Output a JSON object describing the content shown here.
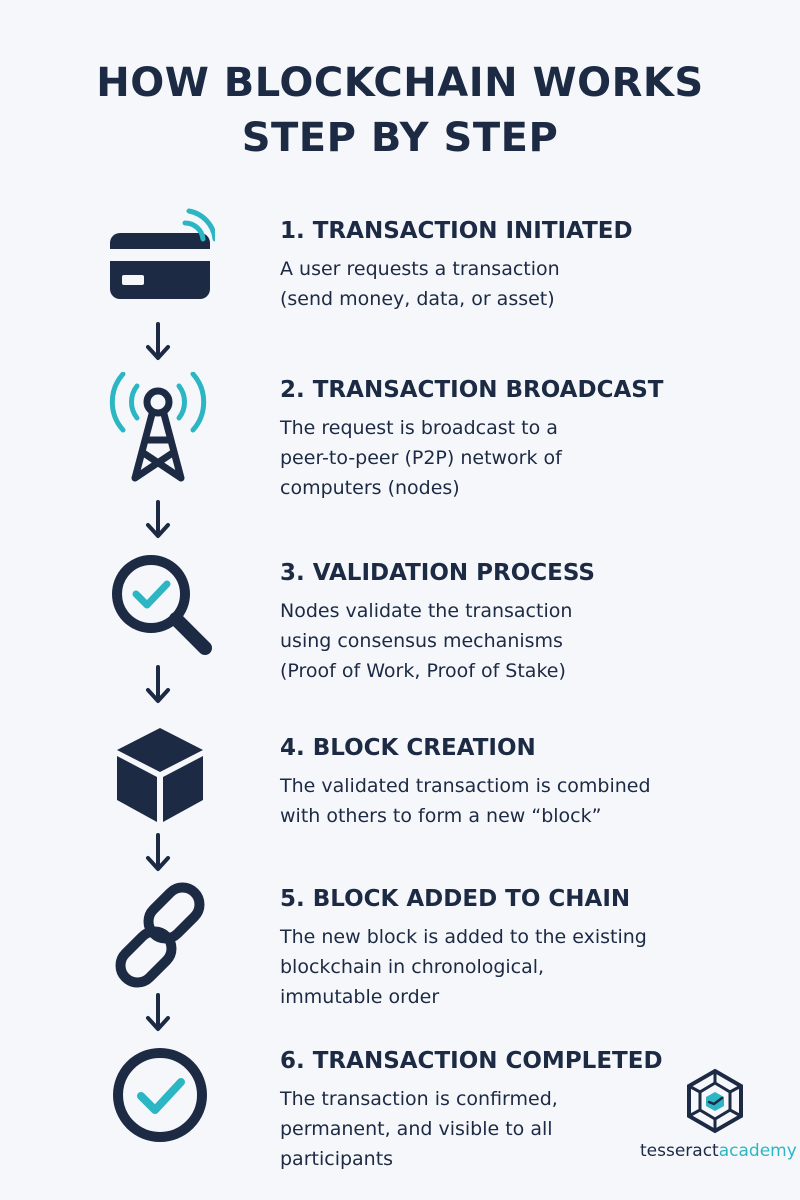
{
  "title": {
    "line1": "HOW BLOCKCHAIN WORKS",
    "line2": "STEP BY STEP"
  },
  "colors": {
    "navy": "#1c2a44",
    "teal": "#2cb6c4",
    "background": "#f5f7fa"
  },
  "steps": [
    {
      "heading": "1. TRANSACTION INITIATED",
      "icon": "credit-card-icon",
      "lines": [
        "A user requests a transaction",
        "(send money, data, or asset)"
      ]
    },
    {
      "heading": "2. TRANSACTION BROADCAST",
      "icon": "broadcast-tower-icon",
      "lines": [
        "The request is broadcast to a",
        "peer-to-peer (P2P) network of",
        "computers (nodes)"
      ]
    },
    {
      "heading": "3. VALIDATION PROCESS",
      "icon": "magnifier-check-icon",
      "lines": [
        "Nodes validate the transaction",
        "using consensus mechanisms",
        "(Proof of Work, Proof of Stake)"
      ]
    },
    {
      "heading": "4. BLOCK CREATION",
      "icon": "cube-icon",
      "lines": [
        "The validated transactiom is combined",
        "with others to form a new “block”"
      ]
    },
    {
      "heading": "5. BLOCK ADDED TO CHAIN",
      "icon": "chain-link-icon",
      "lines": [
        "The new block is added to the existing",
        "blockchain in chronological,",
        "immutable order"
      ]
    },
    {
      "heading": "6. TRANSACTION COMPLETED",
      "icon": "check-circle-icon",
      "lines": [
        "The transaction is confirmed,",
        "permanent, and visible to all",
        "participants"
      ]
    }
  ],
  "logo": {
    "icon": "tesseract-logo-icon",
    "text_part1": "tesseract",
    "text_part2": "academy"
  }
}
